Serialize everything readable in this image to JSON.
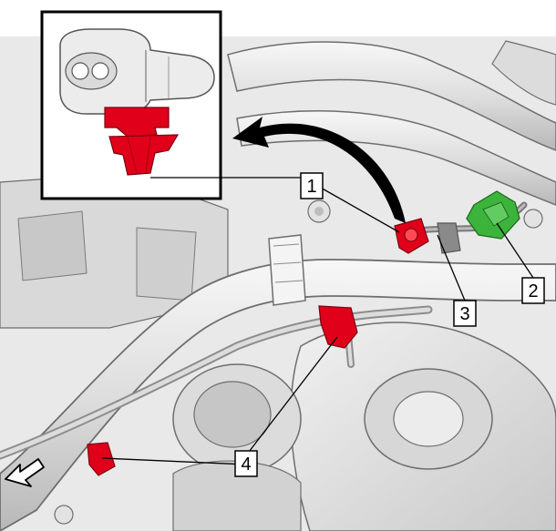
{
  "callouts": [
    {
      "id": "1",
      "label": "1"
    },
    {
      "id": "2",
      "label": "2"
    },
    {
      "id": "3",
      "label": "3"
    },
    {
      "id": "4",
      "label": "4"
    }
  ],
  "colors": {
    "background": "#ffffff",
    "engine_light": "#ececec",
    "engine_mid": "#d2d2d2",
    "outline": "#6e6e6e",
    "highlight_red": "#e0001a",
    "highlight_green": "#3cb43c",
    "arrow": "#000000"
  },
  "icons": [
    "direction-arrow-icon",
    "rotation-arrow-icon"
  ]
}
